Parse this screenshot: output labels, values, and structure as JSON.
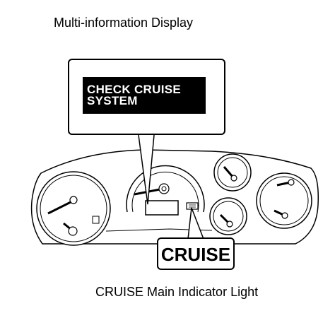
{
  "labels": {
    "multi_info_display": "Multi-information Display",
    "main_indicator_light": "CRUISE Main Indicator Light"
  },
  "display_screen": {
    "line1": "CHECK CRUISE",
    "line2": "SYSTEM"
  },
  "indicator": {
    "text": "CRUISE"
  }
}
